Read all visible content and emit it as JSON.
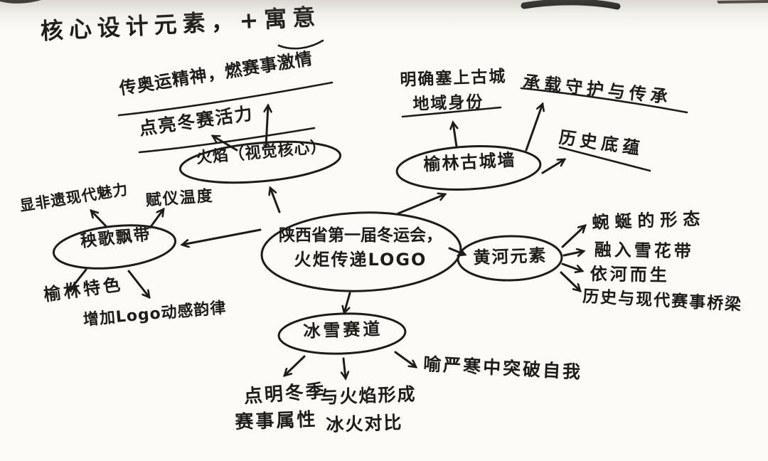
{
  "title": "核心设计元素，+寓意",
  "colors": {
    "ink": "#1d1c1a",
    "paper": "#fcfbf7"
  },
  "center_node": {
    "line1": "陕西省第一届冬运会，",
    "line2": "火炬传递LOGO"
  },
  "flame": {
    "label": "火焰（视觉核心）",
    "note_spirit": "传奥运精神，燃赛事激情",
    "note_vitality": "点亮冬赛活力"
  },
  "wall": {
    "label": "榆林古城墙",
    "note_identity_line1": "明确塞上古城",
    "note_identity_line2": "地域身份",
    "note_heritage": "承载守护与传承",
    "note_history": "历史底蕴"
  },
  "river": {
    "label": "黄河元素",
    "notes": [
      "蜿蜒的形态",
      "融入雪花带",
      "依河而生",
      "历史与现代赛事桥梁"
    ]
  },
  "ribbon": {
    "label": "秧歌飘带",
    "note_charm": "显非遗现代魅力",
    "note_warmth": "赋仪温度",
    "note_feature": "榆林特色",
    "note_rhythm": "增加Logo动感韵律"
  },
  "track": {
    "label": "冰雪赛道",
    "note_season_line1": "点明冬季",
    "note_season_line2": "赛事属性",
    "note_contrast_line1": "与火焰形成",
    "note_contrast_line2": "冰火对比",
    "note_breakthrough": "喻严寒中突破自我"
  }
}
